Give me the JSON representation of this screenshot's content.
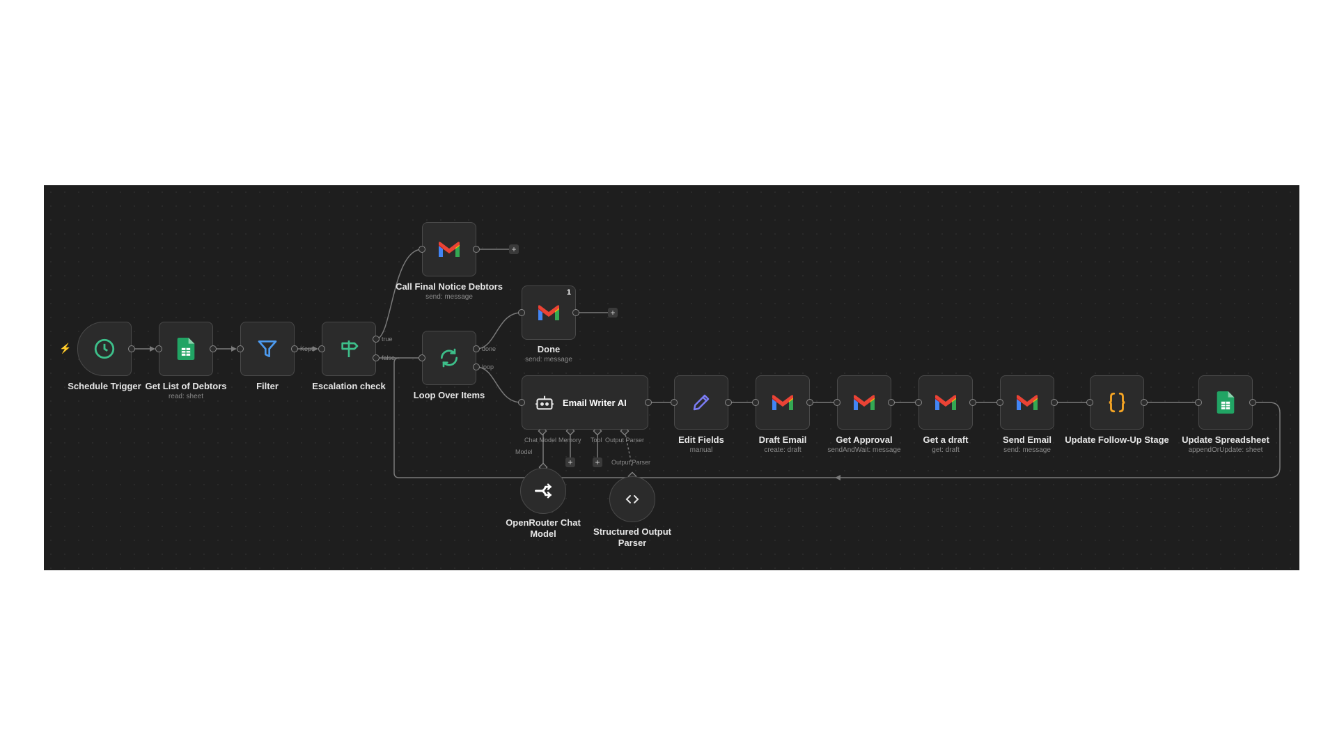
{
  "workflow": {
    "nodes": {
      "schedule_trigger": {
        "label": "Schedule Trigger",
        "icon": "clock-icon"
      },
      "get_debtors": {
        "label": "Get List of Debtors",
        "sub": "read: sheet",
        "icon": "google-sheets-icon"
      },
      "filter": {
        "label": "Filter",
        "icon": "filter-icon"
      },
      "escalation": {
        "label": "Escalation check",
        "icon": "signpost-icon"
      },
      "call_final": {
        "label": "Call Final Notice Debtors",
        "sub": "send: message",
        "icon": "gmail-icon"
      },
      "loop": {
        "label": "Loop Over Items",
        "icon": "loop-icon"
      },
      "done": {
        "label": "Done",
        "sub": "send: message",
        "badge": "1",
        "icon": "gmail-icon"
      },
      "email_writer": {
        "label": "Email Writer AI",
        "icon": "robot-icon"
      },
      "edit_fields": {
        "label": "Edit Fields",
        "sub": "manual",
        "icon": "pencil-icon"
      },
      "draft_email": {
        "label": "Draft Email",
        "sub": "create: draft",
        "icon": "gmail-icon"
      },
      "get_approval": {
        "label": "Get Approval",
        "sub": "sendAndWait: message",
        "icon": "gmail-icon"
      },
      "get_draft": {
        "label": "Get a draft",
        "sub": "get: draft",
        "icon": "gmail-icon"
      },
      "send_email": {
        "label": "Send Email",
        "sub": "send: message",
        "icon": "gmail-icon"
      },
      "update_stage": {
        "label": "Update Follow-Up Stage",
        "icon": "code-braces-icon"
      },
      "update_sheet": {
        "label": "Update Spreadsheet",
        "sub": "appendOrUpdate: sheet",
        "icon": "google-sheets-icon"
      },
      "openrouter": {
        "label": "OpenRouter Chat Model",
        "icon": "openrouter-icon"
      },
      "parser": {
        "label": "Structured Output Parser",
        "icon": "code-icon"
      }
    },
    "edge_labels": {
      "kept": "Kept",
      "true": "true",
      "false": "false",
      "done": "done",
      "loop": "loop",
      "chat_model": "Chat Model",
      "memory": "Memory",
      "tool": "Tool",
      "output_parser": "Output Parser",
      "model": "Model",
      "output_parser_2": "Output Parser"
    },
    "plus_symbol": "+"
  },
  "colors": {
    "canvas": "#1e1e1e",
    "node": "#2b2b2b",
    "trigger_bolt": "#ff5a5a",
    "clock": "#3dbf8a",
    "sheets": "#21a464",
    "filter": "#4d9bf0",
    "signpost": "#3dbf8a",
    "loop": "#3dbf8a",
    "pencil": "#7b7cf5",
    "braces": "#f5a524"
  }
}
